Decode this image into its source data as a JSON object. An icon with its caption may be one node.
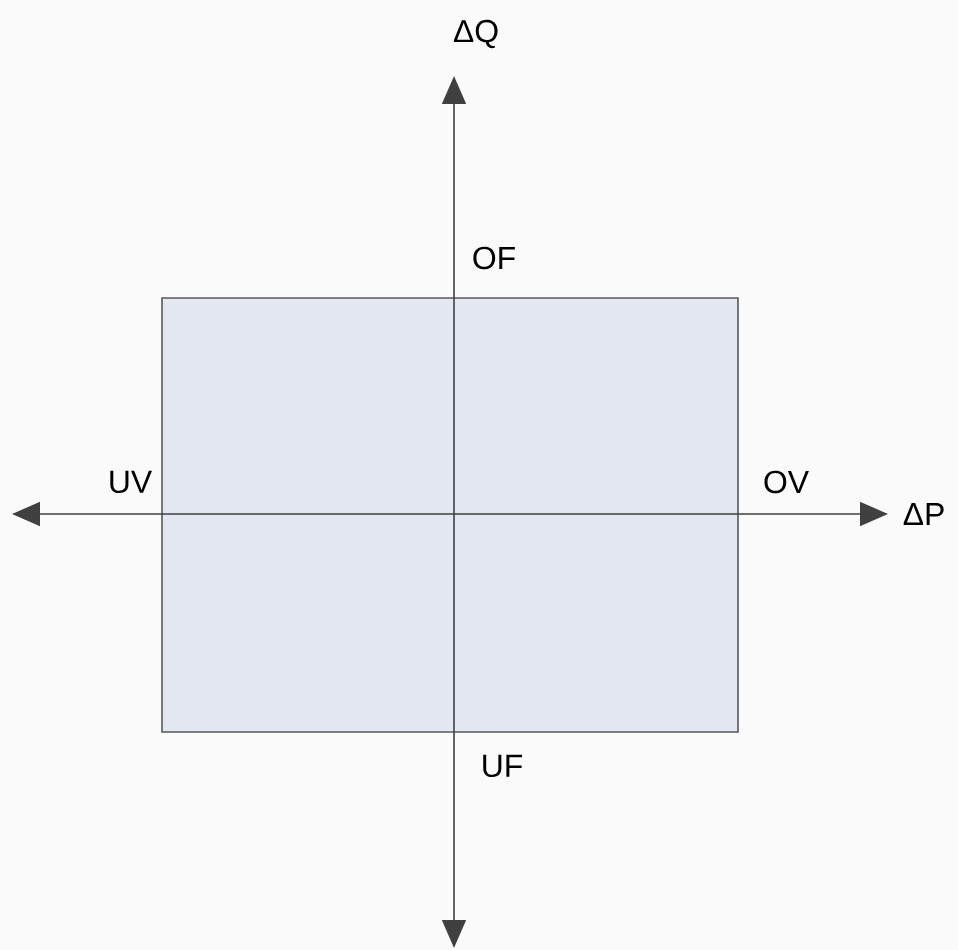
{
  "diagram": {
    "nodes": [
      {
        "text": [],
        "shape": "box"
      }
    ],
    "labels": [
      "ΔQ",
      "OF",
      "UV",
      "OV",
      "ΔP",
      "UF"
    ]
  }
}
